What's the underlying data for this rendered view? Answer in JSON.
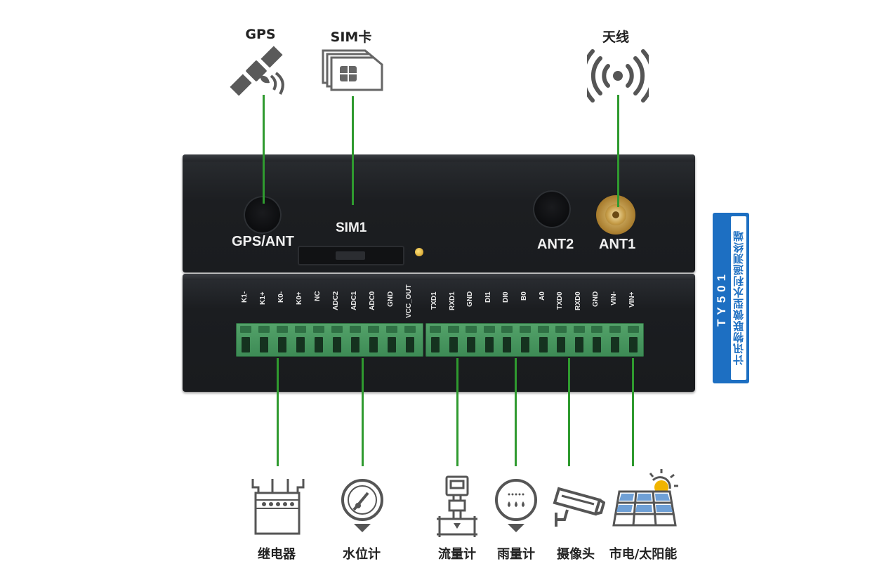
{
  "top_icons": {
    "gps": {
      "label": "GPS",
      "icon": "satellite-icon"
    },
    "sim": {
      "label": "SIM卡",
      "icon": "sim-cards-icon"
    },
    "antenna": {
      "label": "天线",
      "icon": "wireless-signal-icon"
    }
  },
  "device": {
    "gps_port_label": "GPS/ANT",
    "sim_slot_label": "SIM1",
    "ant2_label": "ANT2",
    "ant1_label": "ANT1",
    "terminal_pins": [
      "K1-",
      "K1+",
      "K0-",
      "K0+",
      "NC",
      "ADC2",
      "ADC1",
      "ADC0",
      "GND",
      "VCC_OUT",
      "TXD1",
      "RXD1",
      "GND",
      "DI1",
      "DI0",
      "B0",
      "A0",
      "TXD0",
      "RXD0",
      "GND",
      "VIN-",
      "VIN+"
    ]
  },
  "banner": {
    "model": "TY501",
    "description": "计讯物联微型水利遥测终端"
  },
  "bottom_icons": [
    {
      "label": "继电器",
      "icon": "relay-icon"
    },
    {
      "label": "水位计",
      "icon": "water-level-gauge-icon"
    },
    {
      "label": "流量计",
      "icon": "flow-meter-icon"
    },
    {
      "label": "雨量计",
      "icon": "rain-gauge-icon"
    },
    {
      "label": "摄像头",
      "icon": "camera-icon"
    },
    {
      "label": "市电/太阳能",
      "icon": "solar-panel-icon"
    }
  ],
  "colors": {
    "connector_line": "#2f9a2f",
    "banner_blue": "#1d6fc2",
    "device_body": "#1c1e21",
    "terminal_green": "#4a9960",
    "icon_gray": "#555555"
  }
}
